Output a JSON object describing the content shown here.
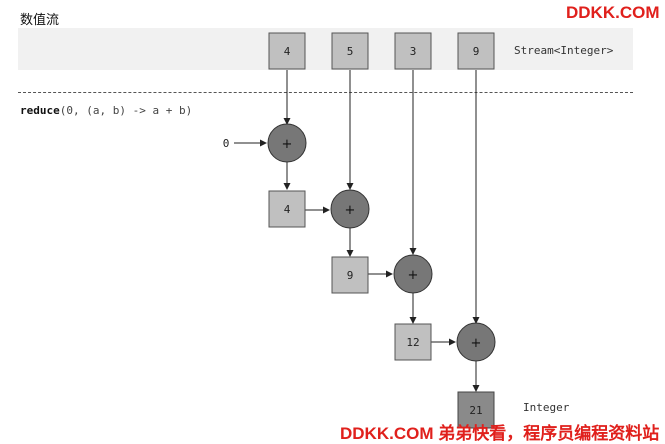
{
  "header": {
    "title": "数值流",
    "brand": "DDKK.COM"
  },
  "stream": {
    "label": "Stream<Integer>",
    "values": [
      "4",
      "5",
      "3",
      "9"
    ]
  },
  "operation": {
    "keyword": "reduce",
    "rest": "(0, (a, b) -> a + b)"
  },
  "initial": "0",
  "plus_symbol": "+",
  "intermediate": [
    "4",
    "9",
    "12"
  ],
  "result": {
    "value": "21",
    "label": "Integer"
  },
  "footer": {
    "watermark": "DDKK.COM 弟弟快看，程序员编程资料站"
  }
}
